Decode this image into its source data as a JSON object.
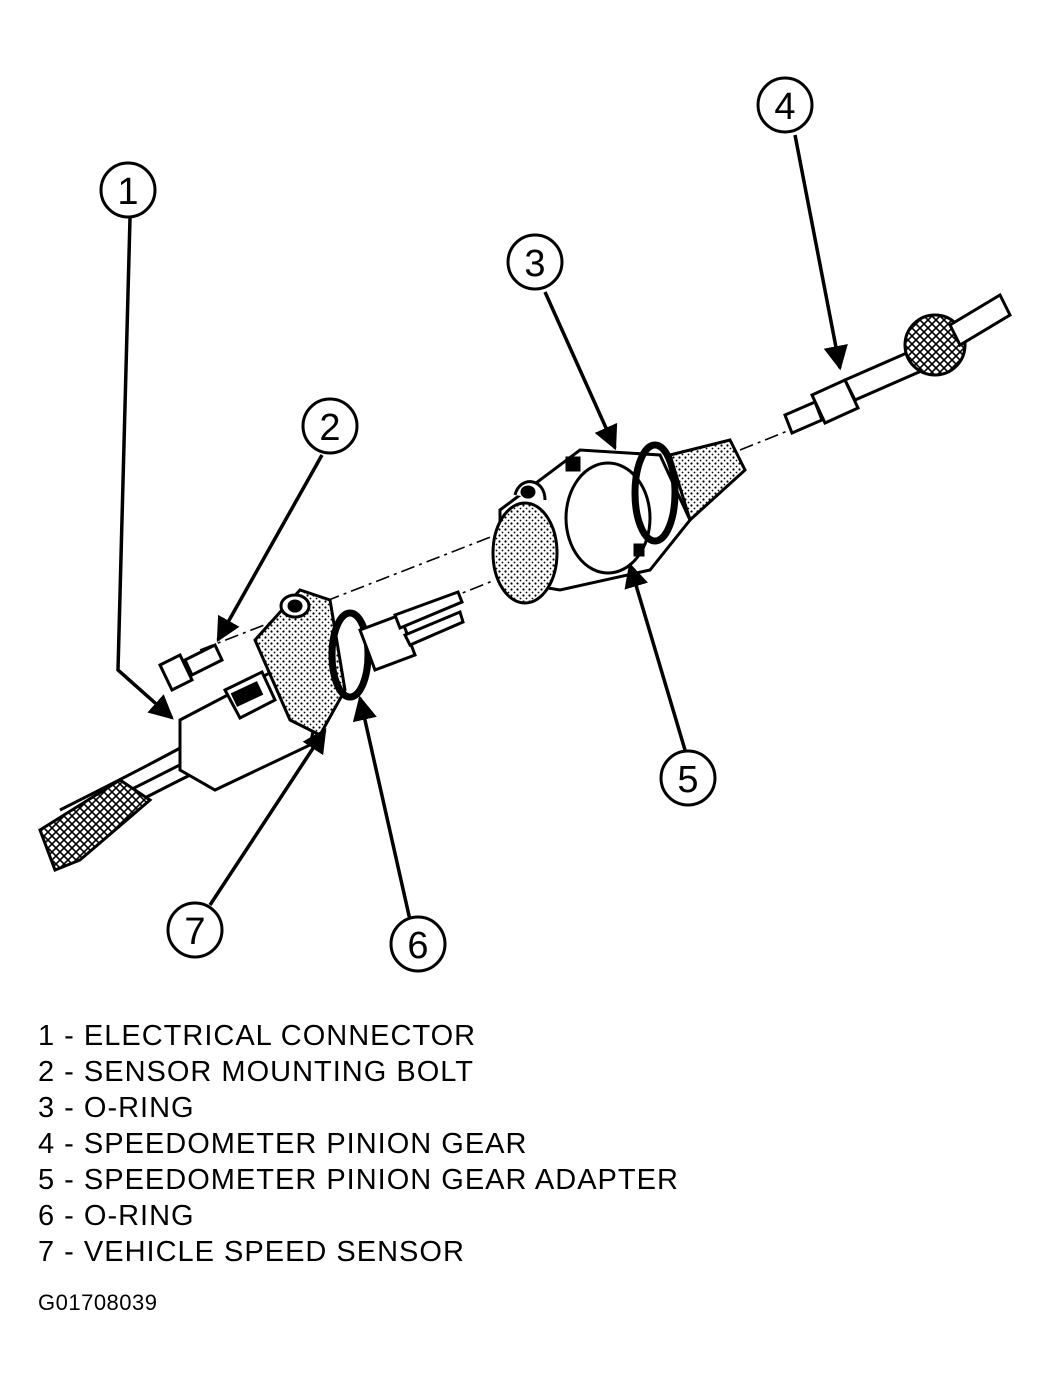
{
  "callouts": [
    "1",
    "2",
    "3",
    "4",
    "5",
    "6",
    "7"
  ],
  "legend": [
    {
      "num": "1",
      "text": "1 - ELECTRICAL CONNECTOR"
    },
    {
      "num": "2",
      "text": "2 - SENSOR MOUNTING BOLT"
    },
    {
      "num": "3",
      "text": "3 - O-RING"
    },
    {
      "num": "4",
      "text": "4 - SPEEDOMETER PINION GEAR"
    },
    {
      "num": "5",
      "text": "5 - SPEEDOMETER PINION GEAR ADAPTER"
    },
    {
      "num": "6",
      "text": "6 - O-RING"
    },
    {
      "num": "7",
      "text": "7 - VEHICLE SPEED SENSOR"
    }
  ],
  "figure_code": "G01708039"
}
